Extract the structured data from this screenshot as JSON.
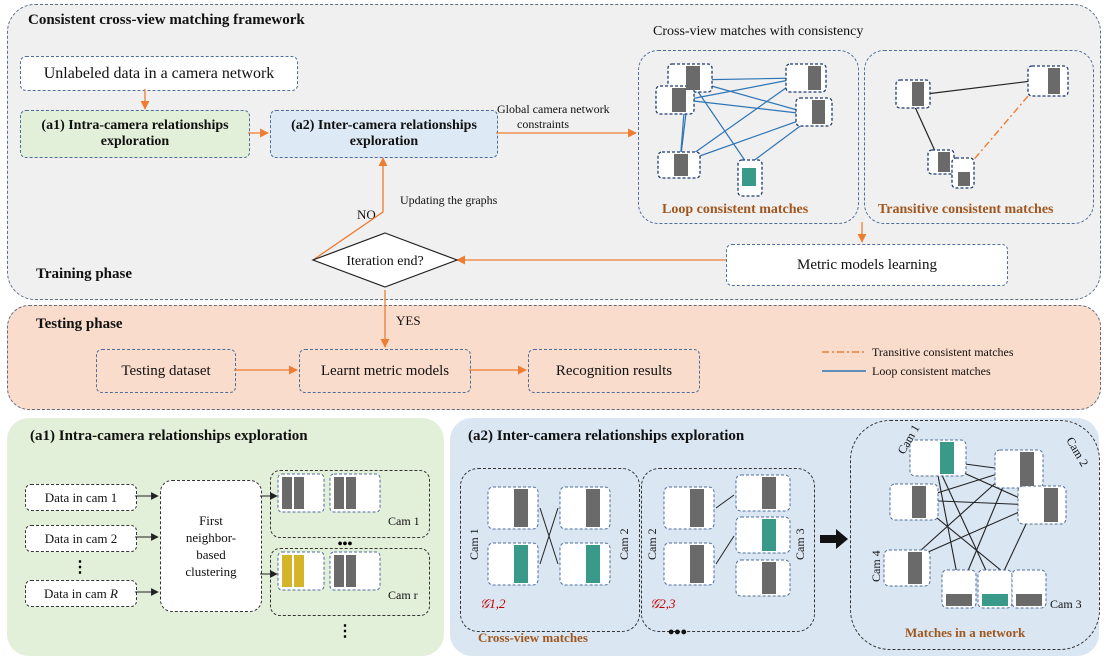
{
  "training": {
    "framework_title": "Consistent cross-view matching framework",
    "phase_label": "Training phase",
    "unlabeled": "Unlabeled data in a camera network",
    "a1_box_line1": "(a1) Intra-camera relationships",
    "a1_box_line2": "exploration",
    "a2_box_line1": "(a2) Inter-camera relationships",
    "a2_box_line2": "exploration",
    "global_line1": "Global camera network",
    "global_line2": "constraints",
    "cross_view_title": "Cross-view matches with consistency",
    "loop_title": "Loop consistent matches",
    "transitive_title": "Transitive consistent matches",
    "updating": "Updating the graphs",
    "no": "NO",
    "iteration": "Iteration end?",
    "metric_learning": "Metric models learning"
  },
  "testing": {
    "phase_label": "Testing phase",
    "yes": "YES",
    "dataset": "Testing dataset",
    "learnt": "Learnt metric models",
    "results": "Recognition results",
    "legend_transitive": "Transitive consistent matches",
    "legend_loop": "Loop consistent matches"
  },
  "a1": {
    "title": "(a1) Intra-camera relationships exploration",
    "data1": "Data in cam 1",
    "data2": "Data in cam 2",
    "dataR_prefix": "Data in cam ",
    "dataR_var": "R",
    "cluster_l1": "First",
    "cluster_l2": "neighbor-",
    "cluster_l3": "based",
    "cluster_l4": "clustering",
    "cam1": "Cam 1",
    "camr": "Cam r",
    "dots": "…"
  },
  "a2": {
    "title": "(a2) Inter-camera relationships exploration",
    "cam1": "Cam 1",
    "cam2": "Cam 2",
    "cam3": "Cam 3",
    "cam4": "Cam 4",
    "g12": "𝒢1,2",
    "g23": "𝒢2,3",
    "cross_view": "Cross-view matches",
    "network": "Matches in a network",
    "ellipsis": "•••"
  },
  "colors": {
    "training_bg": "#f0f0f0",
    "testing_bg": "#f9dccb",
    "a1_bg": "#e2efd9",
    "a2_bg": "#dae6f2",
    "a1_box": "#e2efd9",
    "a2_box": "#dde9f5",
    "arrow_orange": "#ee7d31",
    "loop_blue": "#2e75b6",
    "brown_text": "#a0571f",
    "red_text": "#c00000"
  }
}
